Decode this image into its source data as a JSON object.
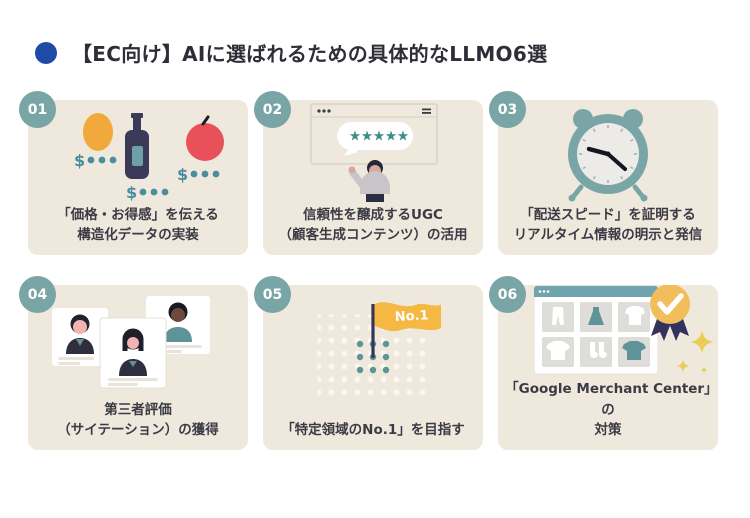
{
  "header": {
    "title": "【EC向け】AIに選ばれるための具体的なLLMO6選",
    "bullet_color": "#1D4BA6"
  },
  "colors": {
    "page_bg": "#FFFFFF",
    "card_bg": "#EFE9DD",
    "number_badge": "#79A5A6",
    "caption_text": "#3C3B45",
    "accent_teal": "#5E9397",
    "navy": "#34345A",
    "egg_orange": "#F2A93B",
    "apple_red": "#E85159",
    "flag_orange": "#F5B843",
    "medal_gold": "#F2BE5C",
    "sparkle_gold": "#EDCC55"
  },
  "cards": [
    {
      "number": "01",
      "caption": [
        "「価格・お得感」を伝える",
        "構造化データの実装"
      ],
      "illustration": "grocery-items-with-price-tags",
      "price_symbol": "$"
    },
    {
      "number": "02",
      "caption": [
        "信頼性を醸成するUGC",
        "（顧客生成コンテンツ）の活用"
      ],
      "illustration": "person-posting-five-star-review"
    },
    {
      "number": "03",
      "caption": [
        "「配送スピード」を証明する",
        "リアルタイム情報の明示と発信"
      ],
      "illustration": "alarm-clock"
    },
    {
      "number": "04",
      "caption": [
        "第三者評価",
        "（サイテーション）の獲得"
      ],
      "illustration": "three-profile-cards"
    },
    {
      "number": "05",
      "caption": [
        "「特定領域のNo.1」を目指す"
      ],
      "illustration": "no1-flag-on-dot-grid",
      "flag_label": "No.1"
    },
    {
      "number": "06",
      "caption": [
        "「Google Merchant Center」の",
        "対策"
      ],
      "illustration": "product-feed-with-check-medal"
    }
  ]
}
